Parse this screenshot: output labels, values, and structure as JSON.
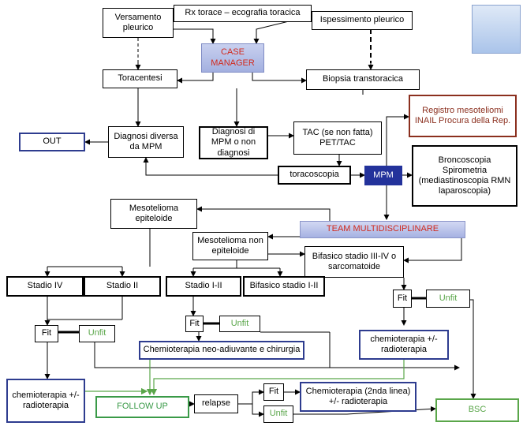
{
  "nodes": {
    "versamento": "Versamento pleurico",
    "rx": "Rx torace – ecografia toracica",
    "ispessimento": "Ispessimento pleurico",
    "case_manager": "CASE MANAGER",
    "toracentesi": "Toracentesi",
    "biopsia": "Biopsia transtoracica",
    "registro": "Registro mesoteliomi INAIL Procura della Rep.",
    "out": "OUT",
    "diagnosi_diversa": "Diagnosi diversa da MPM",
    "diagnosi_mpm": "Diagnosi di MPM o non diagnosi",
    "tac": "TAC (se non fatta) PET/TAC",
    "broncoscopia": "Broncoscopia Spirometria (mediastinoscopia RMN laparoscopia)",
    "toracoscopia": "toracoscopia",
    "mpm": "MPM",
    "meso_epit": "Mesotelioma epiteloide",
    "team": "TEAM MULTIDISCIPLINARE",
    "meso_non_epit": "Mesotelioma non epiteloide",
    "bifasico_3_4": "Bifasico stadio III-IV o sarcomatoide",
    "stadio_iv": "Stadio IV",
    "stadio_ii": "Stadio II",
    "stadio_i_ii": "Stadio I-II",
    "bifasico_1_2": "Bifasico stadio I-II",
    "fit_right": "Fit",
    "unfit_right": "Unfit",
    "fit_mid": "Fit",
    "unfit_mid": "Unfit",
    "fit_left": "Fit",
    "unfit_left": "Unfit",
    "chemio_neo": "Chemioterapia neo-adiuvante e chirurgia",
    "chemio_radio_right": "chemioterapia +/- radioterapia",
    "chemio_radio_left": "chemioterapia +/- radioterapia",
    "follow_up": "FOLLOW UP",
    "relapse": "relapse",
    "fit_bottom": "Fit",
    "chemio_2": "Chemioterapia (2nda linea) +/- radioterapia",
    "unfit_bottom": "Unfit",
    "bsc": "BSC"
  },
  "colors": {
    "blue_border": "#2e3c8f",
    "green": "#5aa64a",
    "red_text": "#d12a1e",
    "mpm_fill": "#23329b",
    "brown": "#8b2f1e"
  }
}
